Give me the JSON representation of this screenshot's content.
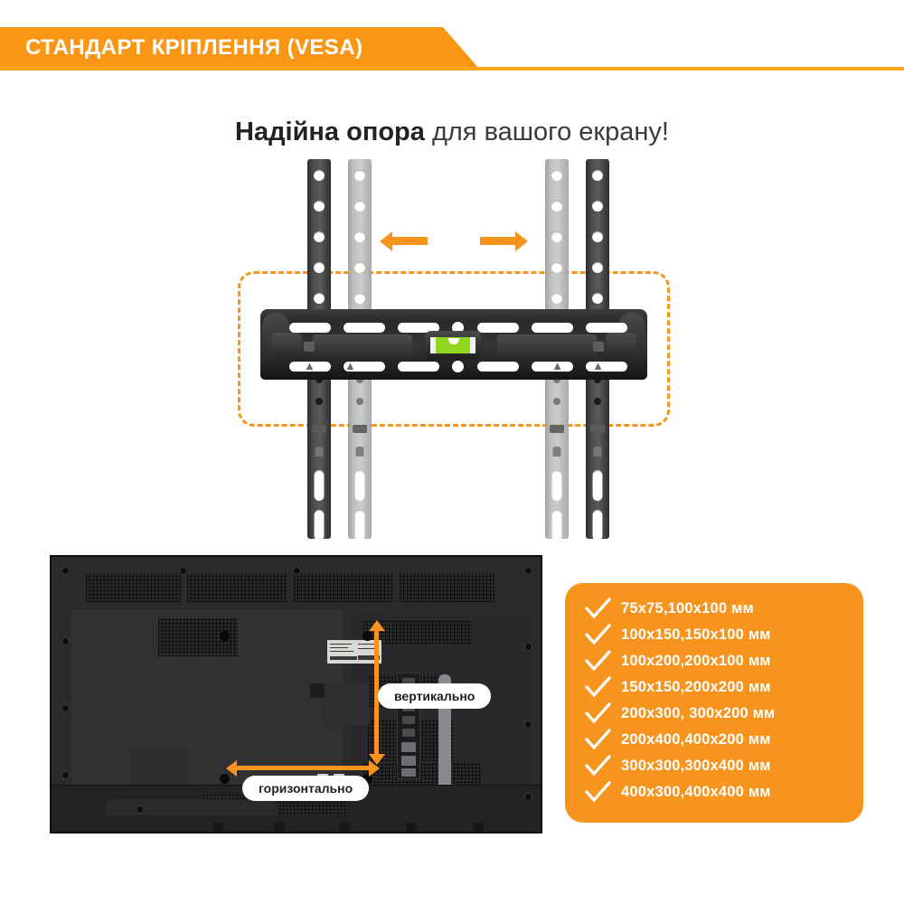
{
  "banner": {
    "title": "СТАНДАРТ КРІПЛЕННЯ (VESA)",
    "color": "#FA9614"
  },
  "headline": {
    "bold_part": "Надійна опора",
    "light_part": " для вашого екрану!"
  },
  "illustration": {
    "accent_color": "#F7941E",
    "level_color": "#8ED620",
    "left_arrow_icon": "arrow-left-icon",
    "right_arrow_icon": "arrow-right-icon",
    "highlight_icon": "dashed-highlight-box"
  },
  "tv": {
    "vertical_label": "вертикально",
    "horizontal_label": "горизонтально",
    "panel_color": "#2b2b2d"
  },
  "vesa": {
    "card_color": "#F7941E",
    "items": [
      {
        "text": "75x75,100x100 мм"
      },
      {
        "text": "100x150,150x100 мм"
      },
      {
        "text": "100x200,200x100 мм"
      },
      {
        "text": "150x150,200x200 мм"
      },
      {
        "text": "200x300, 300x200 мм"
      },
      {
        "text": "200x400,400x200 мм"
      },
      {
        "text": "300x300,300x400 мм"
      },
      {
        "text": "400x300,400x400 мм"
      }
    ]
  }
}
